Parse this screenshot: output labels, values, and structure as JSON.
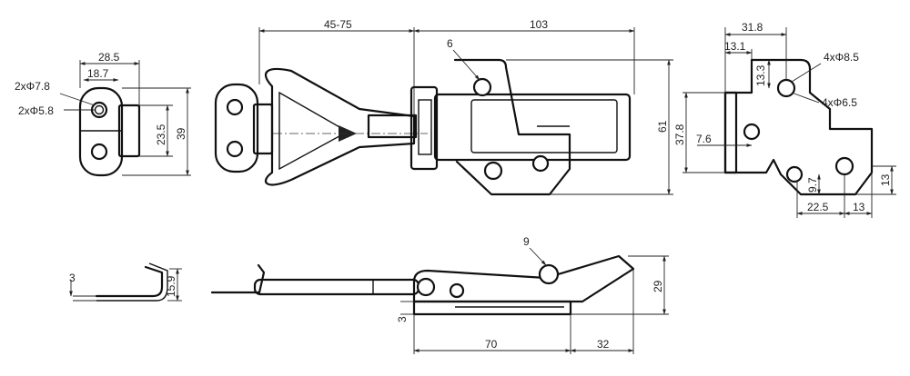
{
  "dimensions": {
    "adjust_range": "45-75",
    "body_length": "103",
    "callout_6": "6",
    "callout_9": "9",
    "total_height": "61",
    "hook_width": "28.5",
    "hook_hole_span": "18.7",
    "hook_holes_large": "2xΦ7.8",
    "hook_holes_small": "2xΦ5.8",
    "hook_inner_height": "23.5",
    "hook_height": "39",
    "base_width": "31.8",
    "base_offset": "13.1",
    "base_top_gap": "13.3",
    "base_holes_large": "4xΦ8.5",
    "base_holes_small": "4xΦ6.5",
    "base_height": "37.8",
    "base_flange": "7.6",
    "base_foot_height": "9.7",
    "base_foot_width": "22.5",
    "base_foot_end": "13",
    "base_foot_side": "13",
    "hook_thickness": "3",
    "hook_profile_height": "15.9",
    "base_thickness": "3",
    "side_height": "29",
    "side_length": "70",
    "side_lever": "32"
  }
}
